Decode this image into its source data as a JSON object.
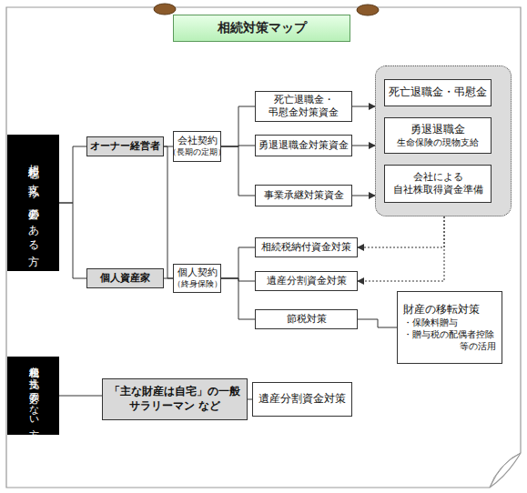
{
  "diagram": {
    "title": "相続対策マップ",
    "nodes": [
      {
        "text": [
          "相続税を支払う 必要のある方"
        ]
      },
      {
        "text": [
          "オーナー経営者"
        ]
      },
      {
        "text": [
          "個人資産家"
        ]
      },
      {
        "text": [
          "会社契約",
          "（長期の定期）"
        ]
      },
      {
        "text": [
          "個人契約",
          "（終身保険）"
        ]
      },
      {
        "text": [
          "死亡退職金・ 弔慰金対策資金"
        ]
      },
      {
        "text": [
          "勇退退職金対策資金"
        ]
      },
      {
        "text": [
          "事業承継対策資金"
        ]
      },
      {
        "text": []
      },
      {
        "text": [
          "死亡退職金・弔慰金"
        ],
        "in": 8
      },
      {
        "text": [
          "勇退退職金",
          "生命保険の現物支給"
        ],
        "in": 8
      },
      {
        "text": [
          "会社による 自社株取得資金準備"
        ],
        "in": 8
      },
      {
        "text": [
          "相続税納付資金対策"
        ]
      },
      {
        "text": [
          "遺産分割資金対策"
        ]
      },
      {
        "text": [
          "節税対策"
        ]
      },
      {
        "text": [
          "財産の移転対策",
          "・保険料贈与",
          "・贈与税の配偶者控除",
          "等の活用"
        ]
      },
      {
        "text": [
          "相続税を支払う 必要のない方"
        ]
      },
      {
        "text": [
          "「主な財産は自宅」の一般 サラリーマン など"
        ]
      },
      {
        "text": [
          "遺産分割資金対策"
        ]
      }
    ],
    "edges": [
      {
        "from": 0,
        "to": 1,
        "arrow": "none"
      },
      {
        "from": 0,
        "to": 2,
        "arrow": "none"
      },
      {
        "from": 1,
        "to": 3,
        "arrow": "none"
      },
      {
        "from": 1,
        "to": 4,
        "arrow": "none"
      },
      {
        "from": 2,
        "to": 4,
        "arrow": "none"
      },
      {
        "from": 3,
        "to": 5,
        "arrow": "none"
      },
      {
        "from": 3,
        "to": 6,
        "arrow": "none"
      },
      {
        "from": 3,
        "to": 7,
        "arrow": "none"
      },
      {
        "from": 5,
        "to": 8,
        "arrow": "to"
      },
      {
        "from": 6,
        "to": 8,
        "arrow": "to"
      },
      {
        "from": 7,
        "to": 8,
        "arrow": "to"
      },
      {
        "from": 8,
        "to": 12,
        "arrow": "to"
      },
      {
        "from": 8,
        "to": 13,
        "arrow": "to"
      },
      {
        "from": 4,
        "to": 12,
        "arrow": "none"
      },
      {
        "from": 4,
        "to": 13,
        "arrow": "none"
      },
      {
        "from": 4,
        "to": 14,
        "arrow": "none"
      },
      {
        "from": 14,
        "to": 15,
        "arrow": "none"
      },
      {
        "from": 16,
        "to": 17,
        "arrow": "none"
      },
      {
        "from": 17,
        "to": 18,
        "arrow": "none"
      }
    ]
  }
}
